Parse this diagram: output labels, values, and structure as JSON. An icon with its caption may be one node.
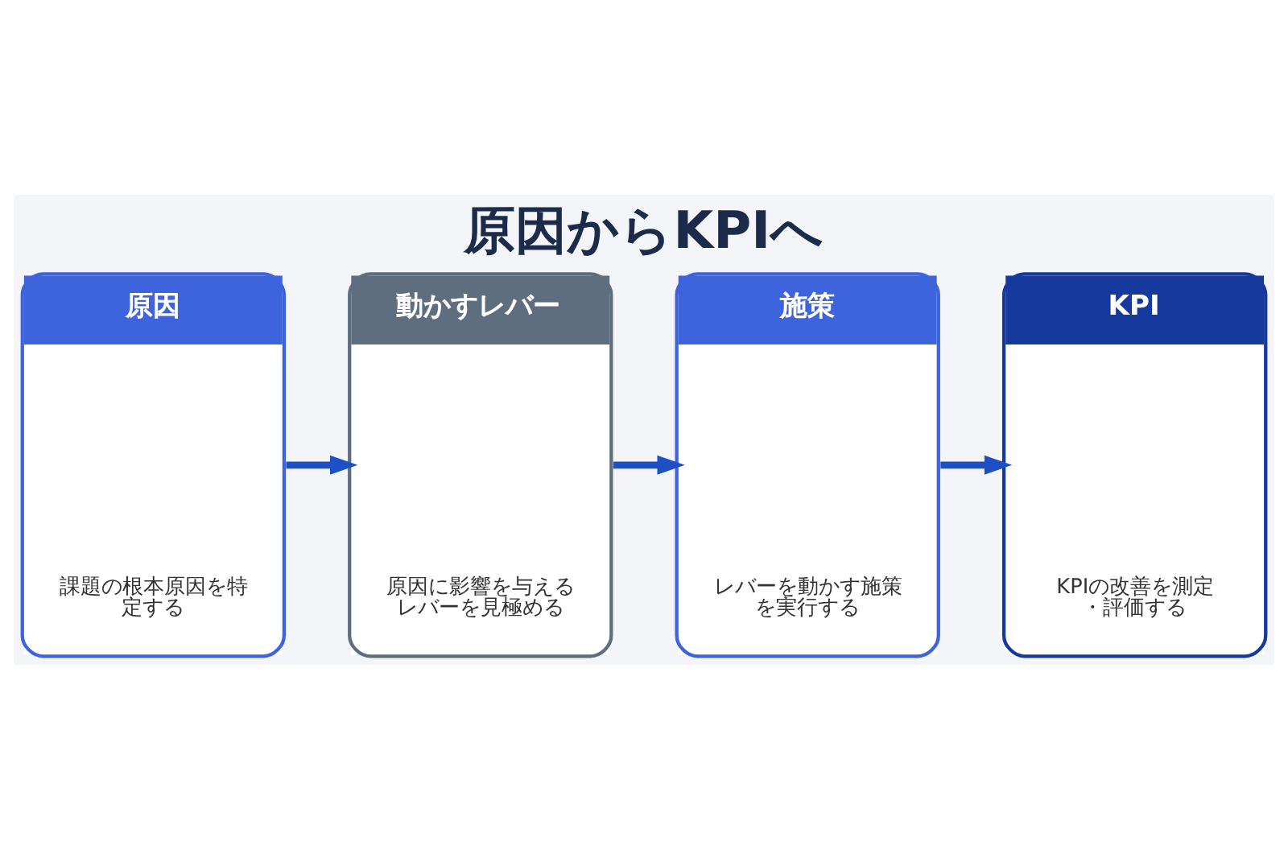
{
  "diagram": {
    "title": "原因からKPIへ",
    "nodes": [
      {
        "text": [
          "原因",
          "課題の根本原因を特定する"
        ]
      },
      {
        "text": [
          "動かすレバー",
          "原因に影響を与えるレバーを見極める"
        ]
      },
      {
        "text": [
          "施策",
          "レバーを動かす施策を実行する"
        ]
      },
      {
        "text": [
          "KPI",
          "KPIの改善を測定・評価する"
        ]
      }
    ],
    "edges": [
      {
        "from": 0,
        "to": 1,
        "arrow": "to"
      },
      {
        "from": 1,
        "to": 2,
        "arrow": "to"
      },
      {
        "from": 2,
        "to": 3,
        "arrow": "to"
      }
    ]
  }
}
